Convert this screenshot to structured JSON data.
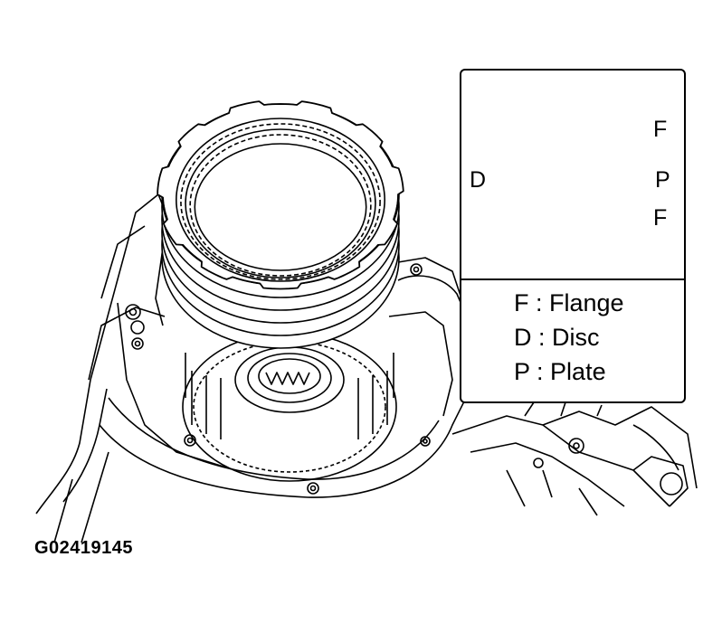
{
  "detail": {
    "callouts": {
      "flange_top": "F",
      "disc": "D",
      "plate": "P",
      "flange_bottom": "F"
    },
    "legend": [
      {
        "key": "F",
        "sep": " : ",
        "label": "Flange"
      },
      {
        "key": "D",
        "sep": " : ",
        "label": "Disc"
      },
      {
        "key": "P",
        "sep": " : ",
        "label": "Plate"
      }
    ]
  },
  "figure_id": "G02419145"
}
